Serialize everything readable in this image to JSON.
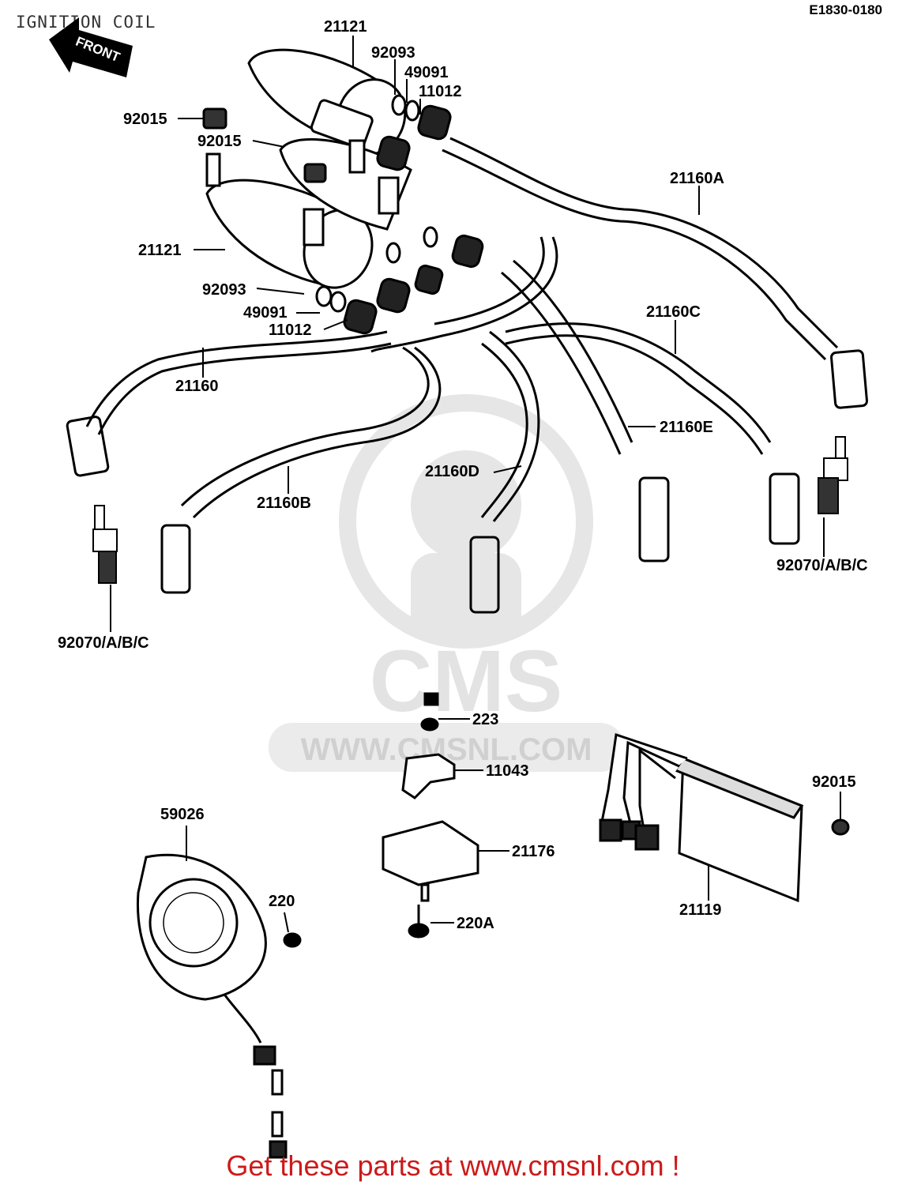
{
  "header": {
    "title": "IGNITION COIL",
    "diagram_code": "E1830-0180",
    "front_arrow_label": "FRONT"
  },
  "watermark": {
    "brand": "CMS",
    "url": "WWW.CMSNL.COM"
  },
  "parts": {
    "coil_upper": "21121",
    "coil_lower": "21121",
    "cap_top_a": "92093",
    "seal_top": "49091",
    "plug_cap_top": "11012",
    "nut_left": "92015",
    "nut_mid": "92015",
    "cap_low": "92093",
    "seal_low": "49091",
    "plug_cap_low": "11012",
    "lead_a": "21160A",
    "lead_main": "21160",
    "lead_c": "21160C",
    "lead_e": "21160E",
    "lead_d": "21160D",
    "lead_b": "21160B",
    "plug_right": "92070/A/B/C",
    "plug_left": "92070/A/B/C",
    "screw_223": "223",
    "bracket": "11043",
    "igniter": "21176",
    "screw_220a": "220A",
    "pickup": "59026",
    "screw_220": "220",
    "ic_unit": "21119",
    "nut_right": "92015"
  },
  "footer": {
    "text": "Get these parts at www.cmsnl.com !"
  },
  "colors": {
    "footer_text": "#cc1a1a",
    "line_art": "#000000",
    "watermark": "#e6e6e6"
  }
}
